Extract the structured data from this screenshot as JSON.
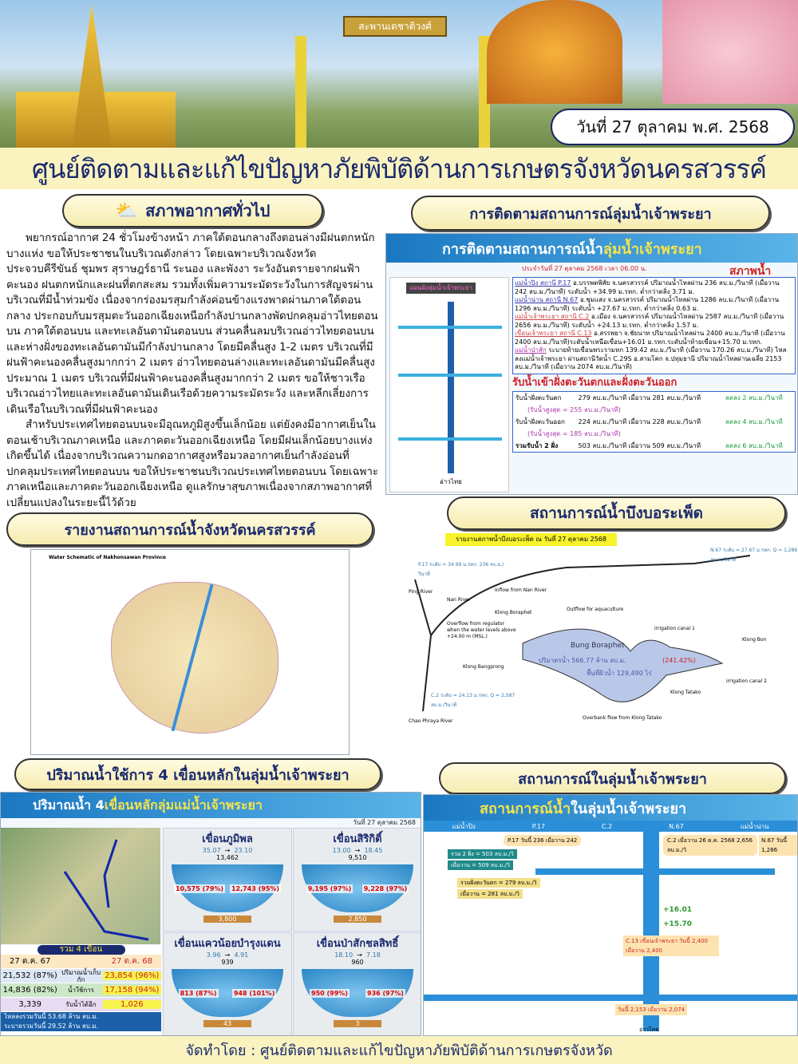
{
  "header": {
    "date": "วันที่ 27 ตุลาคม พ.ศ. 2568",
    "banner_sign": "สะพานเดชาติวงศ์",
    "title": "ศูนย์ติดตามและแก้ไขปัญหาภัยพิบัติด้านการเกษตรจังหวัดนครสวรรค์"
  },
  "weather": {
    "heading": "สภาพอากาศทั่วไป",
    "paragraphs": [
      "พยากรณ์อากาศ 24 ชั่วโมงข้างหน้า ภาคใต้ตอนกลางถึงตอนล่างมีฝนตกหนักบางแห่ง ขอให้ประชาชนในบริเวณดังกล่าว โดยเฉพาะบริเวณจังหวัดประจวบคีรีขันธ์ ชุมพร สุราษฎร์ธานี ระนอง และพังงา ระวังอันตรายจากฝนฟ้าคะนอง ฝนตกหนักและฝนที่ตกสะสม รวมทั้งเพิ่มความระมัดระวังในการสัญจรผ่านบริเวณที่มีน้ำท่วมขัง เนื่องจากร่องมรสุมกำลังค่อนข้างแรงพาดผ่านภาคใต้ตอนกลาง ประกอบกับมรสุมตะวันออกเฉียงเหนือกำลังปานกลางพัดปกคลุมอ่าวไทยตอนบน ภาคใต้ตอนบน และทะเลอันดามันตอนบน ส่วนคลื่นลมบริเวณอ่าวไทยตอนบนและห่างฝั่งของทะเลอันดามันมีกำลังปานกลาง โดยมีคลื่นสูง 1-2 เมตร บริเวณที่มีฝนฟ้าคะนองคลื่นสูงมากกว่า 2 เมตร อ่าวไทยตอนล่างและทะเลอันดามันมีคลื่นสูงประมาณ 1 เมตร บริเวณที่มีฝนฟ้าคะนองคลื่นสูงมากกว่า 2 เมตร ขอให้ชาวเรือบริเวณอ่าวไทยและทะเลอันดามันเดินเรือด้วยความระมัดระวัง และหลีกเลี่ยงการเดินเรือในบริเวณที่มีฝนฟ้าคะนอง",
      "สำหรับประเทศไทยตอนบนจะมีอุณหภูมิสูงขึ้นเล็กน้อย แต่ยังคงมีอากาศเย็นในตอนเช้าบริเวณภาคเหนือ และภาคตะวันออกเฉียงเหนือ โดยมีฝนเล็กน้อยบางแห่งเกิดขึ้นได้ เนื่องจากบริเวณความกดอากาศสูงหรือมวลอากาศเย็นกำลังอ่อนที่ปกคลุมประเทศไทยตอนบน ขอให้ประชาชนบริเวณประเทศไทยตอนบน โดยเฉพาะภาคเหนือและภาคตะวันออกเฉียงเหนือ ดูแลรักษาสุขภาพเนื่องจากสภาพอากาศที่เปลี่ยนแปลงในระยะนี้ไว้ด้วย"
    ]
  },
  "chao_phraya_monitor": {
    "heading": "การติดตามสถานการณ์ลุ่มน้ำเจ้าพระยา",
    "panel_title_a": "การติดตามสถานการณ์น้ำ",
    "panel_title_b": "ลุ่มน้ำเจ้าพระยา",
    "as_of": "ประจำวันที่ 27 ตุลาคม 2568 เวลา 06.00 น.",
    "status_heading": "สภาพน้ำ",
    "map_label": "แผนผังลุ่มน้ำเจ้าพระยา",
    "map_bottom": "อ่าวไทย",
    "stations": [
      {
        "name": "แม่น้ำปิง สถานี P.17",
        "line1": "อ.บรรพตพิสัย จ.นครสวรรค์ ปริมาณน้ำไหลผ่าน 236 ลบ.ม./วินาที",
        "line2": "(เมื่อวาน 242 ลบ.ม./วินาที) ระดับน้ำ +34.99 ม.รทก. ต่ำกว่าตลิ่ง 3.71 ม."
      },
      {
        "name": "แม่น้ำน่าน สถานี N.67",
        "line1": "อ.ชุมแสง จ.นครสวรรค์ ปริมาณน้ำไหลผ่าน 1286 ลบ.ม./วินาที",
        "line2": "(เมื่อวาน 1296 ลบ.ม./วินาที) ระดับน้ำ +27.67 ม.รทก. ต่ำกว่าตลิ่ง 0.63 ม."
      },
      {
        "name": "แม่น้ำเจ้าพระยา สถานี C.2",
        "line1": "อ.เมือง จ.นครสวรรค์ ปริมาณน้ำไหลผ่าน 2587 ลบ.ม./วินาที",
        "line2": "(เมื่อวาน 2656 ลบ.ม./วินาที) ระดับน้ำ +24.13 ม.รทก. ต่ำกว่าตลิ่ง 1.57 ม."
      },
      {
        "name": "เขื่อนเจ้าพระยา สถานี C.13",
        "line1": "อ.สรรพยา จ.ชัยนาท ปริมาณน้ำไหลผ่าน 2400 ลบ.ม./วินาที",
        "line2": "(เมื่อวาน 2400 ลบ.ม./วินาที)ระดับน้ำเหนือเขื่อน+16.01 ม.รทก.ระดับน้ำท้ายเขื่อน+15.70 ม.รทก."
      },
      {
        "name": "แม่น้ำป่าสัก",
        "line1": "ระบายท้ายเขื่อนพระรามหก 139.42 ลบ.ม./วินาที (เมื่อวาน 170.26 ลบ.ม./วินาที)",
        "line2": "ไหลลงแม่น้ำเจ้าพระยา ผ่านสถานีวัดน้ำ C.29S อ.สามโคก จ.ปทุมธานี ปริมาณน้ำไหลผ่านเฉลี่ย 2153 ลบ.ม./วินาที (เมื่อวาน 2074 ลบ.ม./วินาที)"
      }
    ],
    "intake_heading": "รับน้ำเข้าฝั่งตะวันตกและฝั่งตะวันออก",
    "intake_rows": [
      {
        "label": "รับน้ำฝั่งตะวันตก",
        "value": "279 ลบ.ม./วินาที เมื่อวาน 281 ลบ.ม./วินาที",
        "change": "ลดลง 2 ลบ.ม./วินาที",
        "max": "(รับน้ำสูงสุด = 255 ลบ.ม./วินาที)"
      },
      {
        "label": "รับน้ำฝั่งตะวันออก",
        "value": "224 ลบ.ม./วินาที เมื่อวาน 228 ลบ.ม./วินาที",
        "change": "ลดลง 4 ลบ.ม./วินาที",
        "max": "(รับน้ำสูงสุด = 185 ลบ.ม./วินาที)"
      },
      {
        "label": "รวมรับน้ำ 2 ฝั่ง",
        "value": "503 ลบ.ม./วินาที เมื่อวาน 509 ลบ.ม./วินาที",
        "change": "ลดลง 6 ลบ.ม./วินาที",
        "max": ""
      }
    ]
  },
  "province_report": {
    "heading": "รายงานสถานการณ์น้ำจังหวัดนครสวรรค์",
    "map_title": "Water Schematic of Nakhonsawan Province"
  },
  "boraphet": {
    "heading": "สถานการณ์น้ำบึงบอระเพ็ด",
    "report_label": "รายงานสภาพน้ำบึงบอระเพ็ด ณ วันที่",
    "report_date": "27 ตุลาคม 2568",
    "lake_name": "Bung Boraphet",
    "volume": "ปริมาตรน้ำ 566.77 ล้าน ลบ.ม.",
    "percent": "(241.42%)",
    "area": "พื้นที่ผิวน้ำ 129,490 ไร่",
    "p17": "P.17 ระดับ = 34.99 ม.รทก. 236 ลบ.ม./วินาที",
    "n67": "N.67 ระดับ = 27.67 ม.รทก. Q = 1,286 ลบ.ม./วินาที",
    "c2": "C.2 ระดับ = 24.13 ม.รทก. Q = 2,587 ลบ.ม./วินาที",
    "labels": [
      "Ping River",
      "Nan River",
      "Inflow from Nan River",
      "Klong Boraphet",
      "Outflow for aquaculture",
      "Overflow from regulator when the water levels above +24.00 m (MSL.)",
      "Klong Bangprong",
      "irrigation canal 1",
      "irrigation canal 2",
      "Klong Bon",
      "Klong Tatako",
      "Overbank flow from Klong Tatako",
      "Chao Phraya River"
    ]
  },
  "dams": {
    "heading": "ปริมาณน้ำใช้การ 4 เขื่อนหลักในลุ่มน้ำเจ้าพระยา",
    "panel_title_a": "ปริมาณน้ำ 4 ",
    "panel_title_b": "เขื่อนหลักลุ่มแม่น้ำเจ้าพระยา",
    "panel_date": "วันที่ 27 ตุลาคม 2568",
    "list": [
      {
        "name": "เขื่อนภูมิพล",
        "inflow67": "35.07",
        "inflow68": "23.10",
        "capacity": "13,462",
        "store67": "10,575 (79%)",
        "store68": "12,743 (95%)",
        "dead": "3,800"
      },
      {
        "name": "เขื่อนสิริกิติ์",
        "inflow67": "13.00",
        "inflow68": "18.45",
        "capacity": "9,510",
        "store67": "9,195 (97%)",
        "store68": "9,228 (97%)",
        "dead": "2,850"
      },
      {
        "name": "เขื่อนแควน้อยบำรุงแดน",
        "inflow67": "3.96",
        "inflow68": "4.91",
        "capacity": "939",
        "store67": "813 (87%)",
        "store68": "948 (101%)",
        "dead": "43"
      },
      {
        "name": "เขื่อนป่าสักชลสิทธิ์",
        "inflow67": "18.10",
        "inflow68": "7.18",
        "capacity": "960",
        "store67": "950 (99%)",
        "store68": "936 (97%)",
        "dead": "3"
      }
    ],
    "summary": {
      "title": "รวม 4 เขื่อน",
      "col67": "27 ต.ค. 67",
      "col68": "27 ต.ค. 68",
      "rows": [
        {
          "v67": "21,532 (87%)",
          "label": "ปริมาณน้ำเก็บกัก",
          "v68": "23,854 (96%)"
        },
        {
          "v67": "14,836 (82%)",
          "label": "น้ำใช้การ",
          "v68": "17,158 (94%)"
        },
        {
          "v67": "3,339",
          "label": "รับน้ำได้อีก",
          "v68": "1,026"
        }
      ],
      "inflow_total": "ไหลลงรวมวันนี้ 53.68 ล้าน ลบ.ม.",
      "outflow_total": "ระบายรวมวันนี้ 29.52 ล้าน ลบ.ม."
    }
  },
  "basin": {
    "heading": "สถานการณ์ในลุ่มน้ำเจ้าพระยา",
    "panel_title_a": "สถานการณ์น้ำ",
    "panel_title_b": "ในลุ่มน้ำเจ้าพระยา",
    "rivers": [
      "แม่น้ำปิง",
      "P.17",
      "C.2",
      "N.67",
      "แม่น้ำน่าน"
    ],
    "p17": "P.17 วันนี้ 236 เมื่อวาน 242",
    "c2": "C.2 เมื่อวาน 26 ต.ค. 2568 2,656 ลบ.ม./วิ",
    "n67": "N.67 วันนี้ 1,286",
    "west_total": "รวม 2 ฝั่ง = 503 ลบ.ม./วิ",
    "west_yesterday": "เมื่อวาน = 509 ลบ.ม./วิ",
    "west_bank": "รวมฝั่งตะวันตก = 279 ลบ.ม./วิ",
    "west_bank_yesterday": "เมื่อวาน = 281 ลบ.ม./วิ",
    "c13": "C.13 เขื่อนเจ้าพระยา วันนี้ 2,400 เมื่อวาน 2,400",
    "upstream": "+16.01",
    "downstream": "+15.70",
    "c29": "วันนี้ 2,153 เมื่อวาน 2,074",
    "mouth": "อ่าวไทย"
  },
  "footer": {
    "credit": "จัดทำโดย : ศูนย์ติดตามและแก้ไขปัญหาภัยพิบัติด้านการเกษตรจังหวัด"
  }
}
